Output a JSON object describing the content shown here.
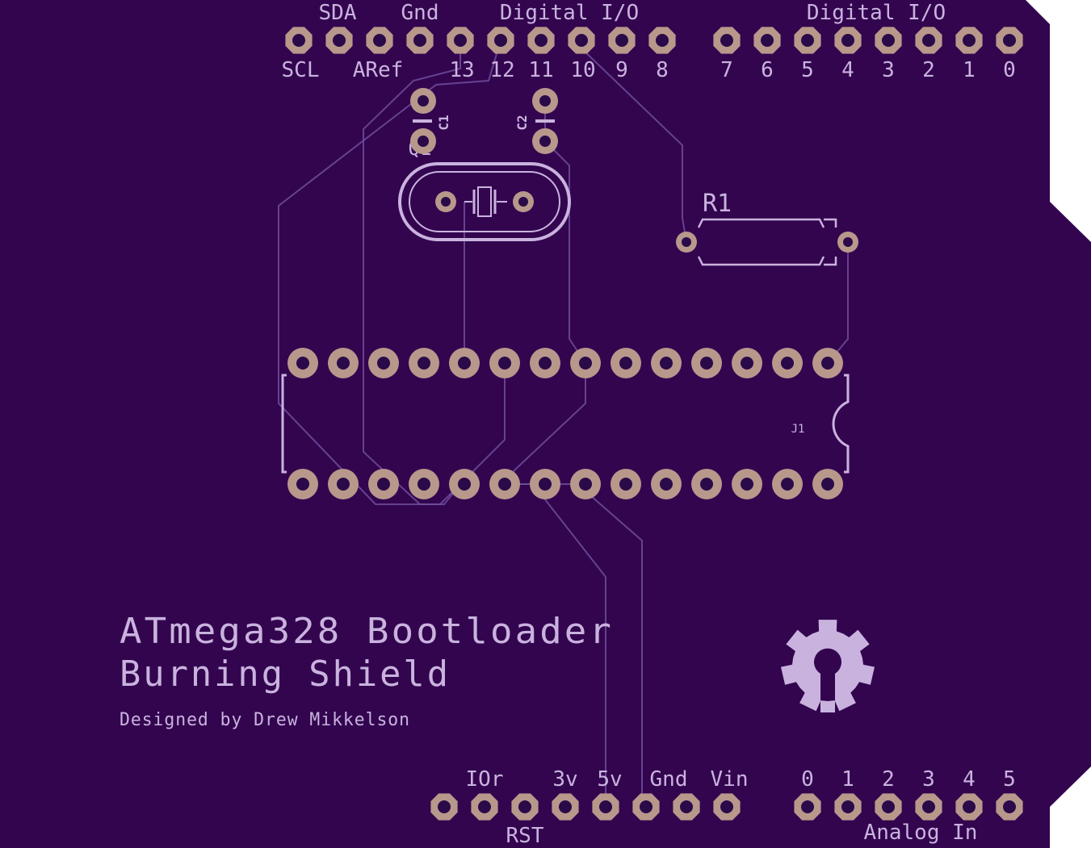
{
  "colors": {
    "board": "#33054f",
    "silkscreen": "#c9b3de",
    "pad": "#b7988b",
    "trace": "#6f4d9b"
  },
  "top_header": {
    "label_sda": "SDA",
    "label_gnd": "Gnd",
    "label_digital_io_left": "Digital I/O",
    "label_digital_io_right": "Digital I/O",
    "pin_labels_left": [
      "SCL",
      "ARef",
      "13",
      "12",
      "11",
      "10",
      "9",
      "8"
    ],
    "pin_labels_right": [
      "7",
      "6",
      "5",
      "4",
      "3",
      "2",
      "1",
      "0"
    ]
  },
  "components": {
    "c1": "C1",
    "c2": "C2",
    "q1": "Q1",
    "r1": "R1",
    "j1": "J1"
  },
  "title": {
    "line1": "ATmega328 Bootloader",
    "line2": "Burning Shield",
    "credit": "Designed by Drew Mikkelson"
  },
  "bottom_header": {
    "power_labels": [
      "IOr",
      "3v",
      "5v",
      "Gnd",
      "Vin"
    ],
    "rst_label": "RST",
    "analog_pin_labels": [
      "0",
      "1",
      "2",
      "3",
      "4",
      "5"
    ],
    "analog_in_label": "Analog In"
  },
  "logo": "open-source-hardware-logo"
}
